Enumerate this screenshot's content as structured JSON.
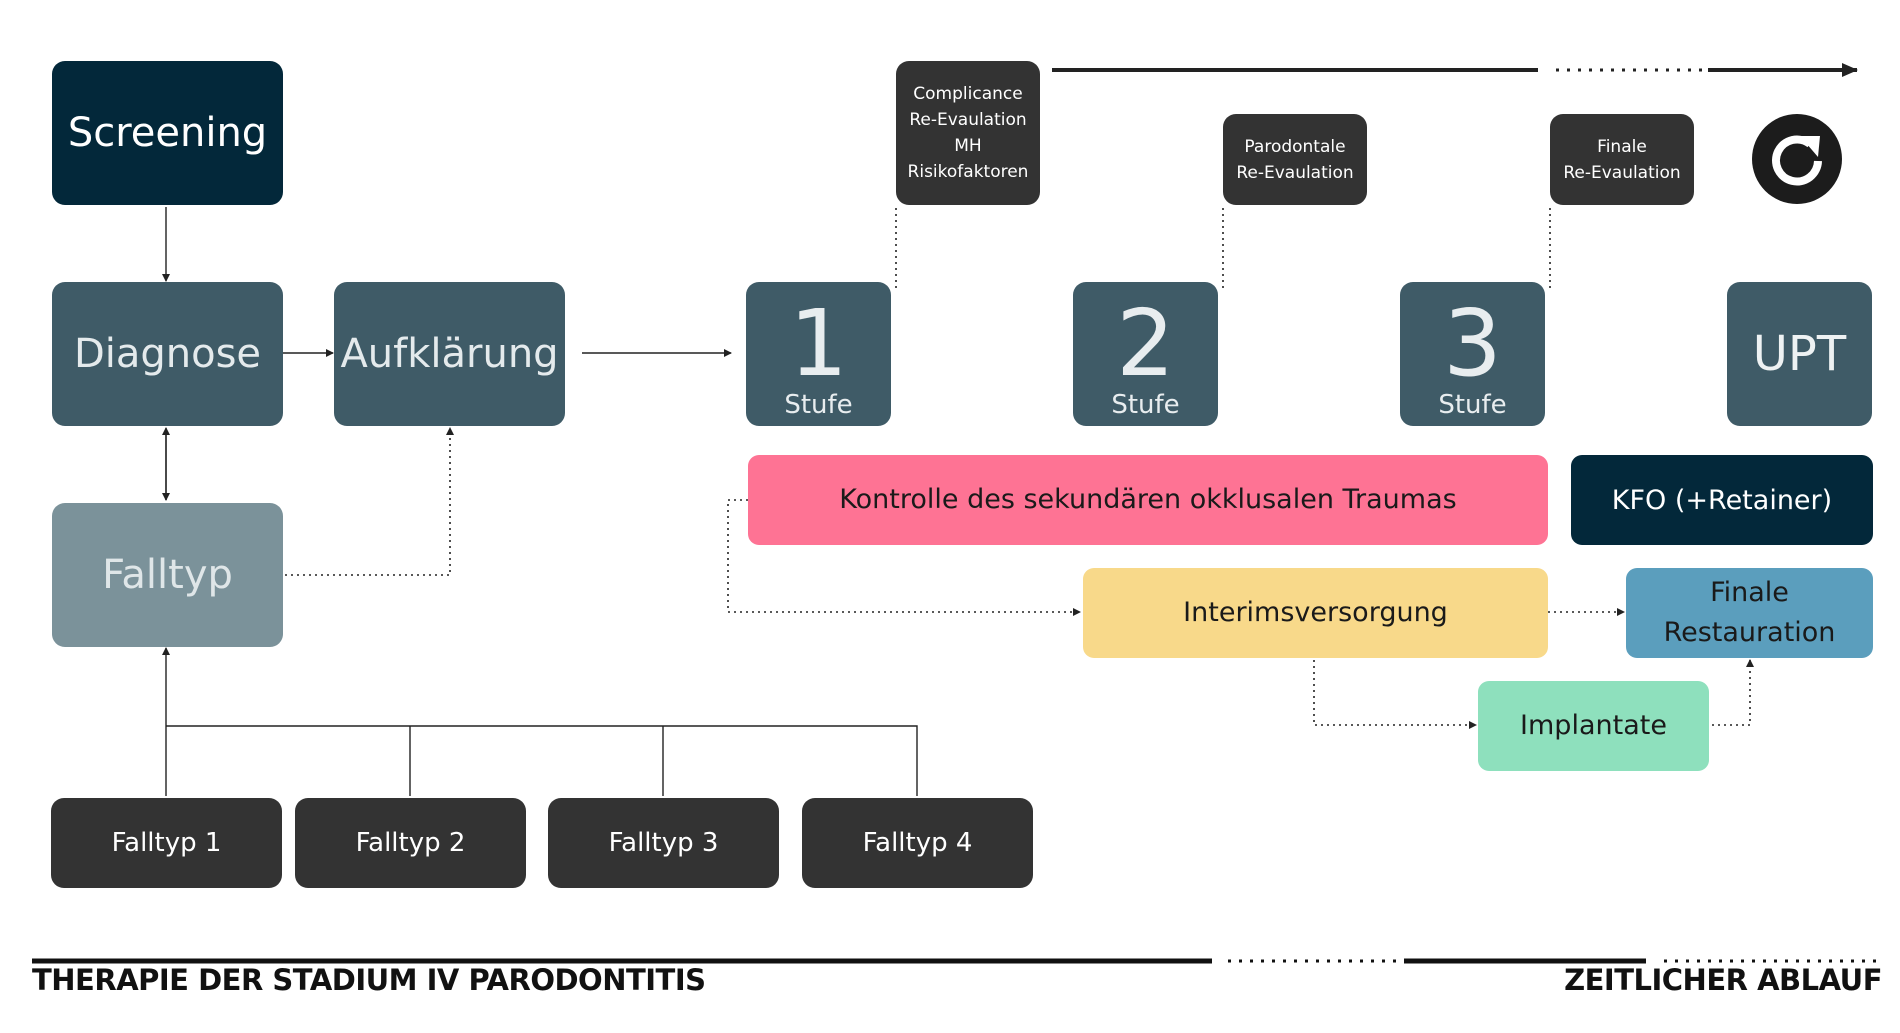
{
  "nodes": {
    "screening": "Screening",
    "diagnose": "Diagnose",
    "aufklaerung": "Aufklärung",
    "falltyp": "Falltyp",
    "falltyp_1": "Falltyp 1",
    "falltyp_2": "Falltyp 2",
    "falltyp_3": "Falltyp 3",
    "falltyp_4": "Falltyp 4",
    "stufe_1_num": "1",
    "stufe_2_num": "2",
    "stufe_3_num": "3",
    "stufe_label": "Stufe",
    "upt": "UPT",
    "kontrolle": "Kontrolle des sekundären okklusalen Traumas",
    "kfo": "KFO (+Retainer)",
    "interims": "Interimsversorgung",
    "finale_restauration_1": "Finale",
    "finale_restauration_2": "Restauration",
    "implantate": "Implantate"
  },
  "evaluations": {
    "e1": [
      "Complicance",
      "Re-Evaulation",
      "MH",
      "Risikofaktoren"
    ],
    "e2": [
      "Parodontale",
      "Re-Evaulation"
    ],
    "e3": [
      "Finale",
      "Re-Evaulation"
    ]
  },
  "footer": {
    "title": "THERAPIE DER STADIUM IV PARODONTITIS",
    "timeline": "ZEITLICHER ABLAUF"
  },
  "icons": {
    "cycle": "reload-icon"
  },
  "colors": {
    "navy": "#03283a",
    "slate": "#3f5b67",
    "grey": "#7b929a",
    "dark": "#333333",
    "pink": "#fe7394",
    "yellow": "#f8d98a",
    "blue": "#5b9ebd",
    "green": "#8ee0bd"
  }
}
